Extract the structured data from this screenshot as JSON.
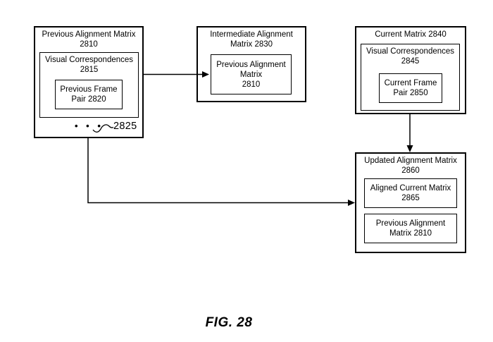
{
  "figure": {
    "caption": "FIG. 28"
  },
  "boxes": {
    "previous_alignment_matrix": {
      "title": "Previous Alignment Matrix\n2810"
    },
    "visual_correspondences_2815": {
      "title": "Visual Correspondences\n2815"
    },
    "previous_frame_pair": {
      "title": "Previous Frame\nPair 2820"
    },
    "ellipsis": {
      "dots": "• • •",
      "ref": "2825"
    },
    "intermediate_alignment_matrix": {
      "title": "Intermediate Alignment\nMatrix 2830"
    },
    "intermediate_previous_alignment": {
      "title": "Previous Alignment\nMatrix\n2810"
    },
    "current_matrix": {
      "title": "Current Matrix 2840"
    },
    "visual_correspondences_2845": {
      "title": "Visual Correspondences\n2845"
    },
    "current_frame_pair": {
      "title": "Current Frame\nPair 2850"
    },
    "updated_alignment_matrix": {
      "title": "Updated Alignment Matrix\n2860"
    },
    "aligned_current_matrix": {
      "title": "Aligned Current Matrix\n2865"
    },
    "updated_previous_alignment": {
      "title": "Previous Alignment\nMatrix 2810"
    }
  },
  "colors": {
    "line": "#000000",
    "background": "#ffffff"
  }
}
